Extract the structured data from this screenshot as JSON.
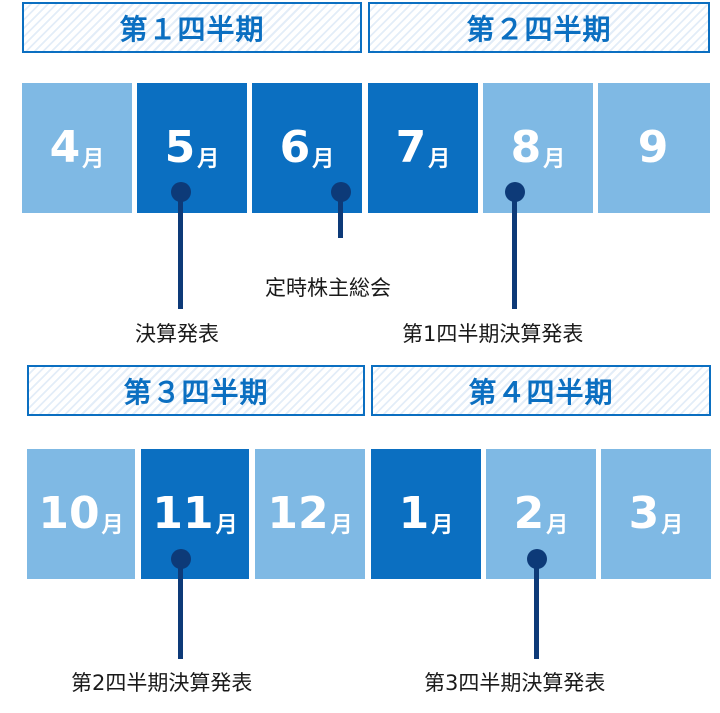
{
  "quarters": [
    {
      "label": "第１四半期"
    },
    {
      "label": "第２四半期"
    },
    {
      "label": "第３四半期"
    },
    {
      "label": "第４四半期"
    }
  ],
  "months": [
    {
      "num": "4",
      "unit": "月"
    },
    {
      "num": "5",
      "unit": "月"
    },
    {
      "num": "6",
      "unit": "月"
    },
    {
      "num": "7",
      "unit": "月"
    },
    {
      "num": "8",
      "unit": "月"
    },
    {
      "num": "9",
      "unit": ""
    },
    {
      "num": "10",
      "unit": "月"
    },
    {
      "num": "11",
      "unit": "月"
    },
    {
      "num": "12",
      "unit": "月"
    },
    {
      "num": "1",
      "unit": "月"
    },
    {
      "num": "2",
      "unit": "月"
    },
    {
      "num": "3",
      "unit": "月"
    }
  ],
  "events": {
    "may": "決算発表",
    "june": "定時株主総会",
    "aug": "第1四半期決算発表",
    "nov": "第2四半期決算発表",
    "feb": "第3四半期決算発表"
  },
  "colors": {
    "light": "#7fb9e4",
    "dark": "#0b6fc1",
    "marker": "#0d3a78",
    "quarter_text": "#0b6fc1"
  }
}
